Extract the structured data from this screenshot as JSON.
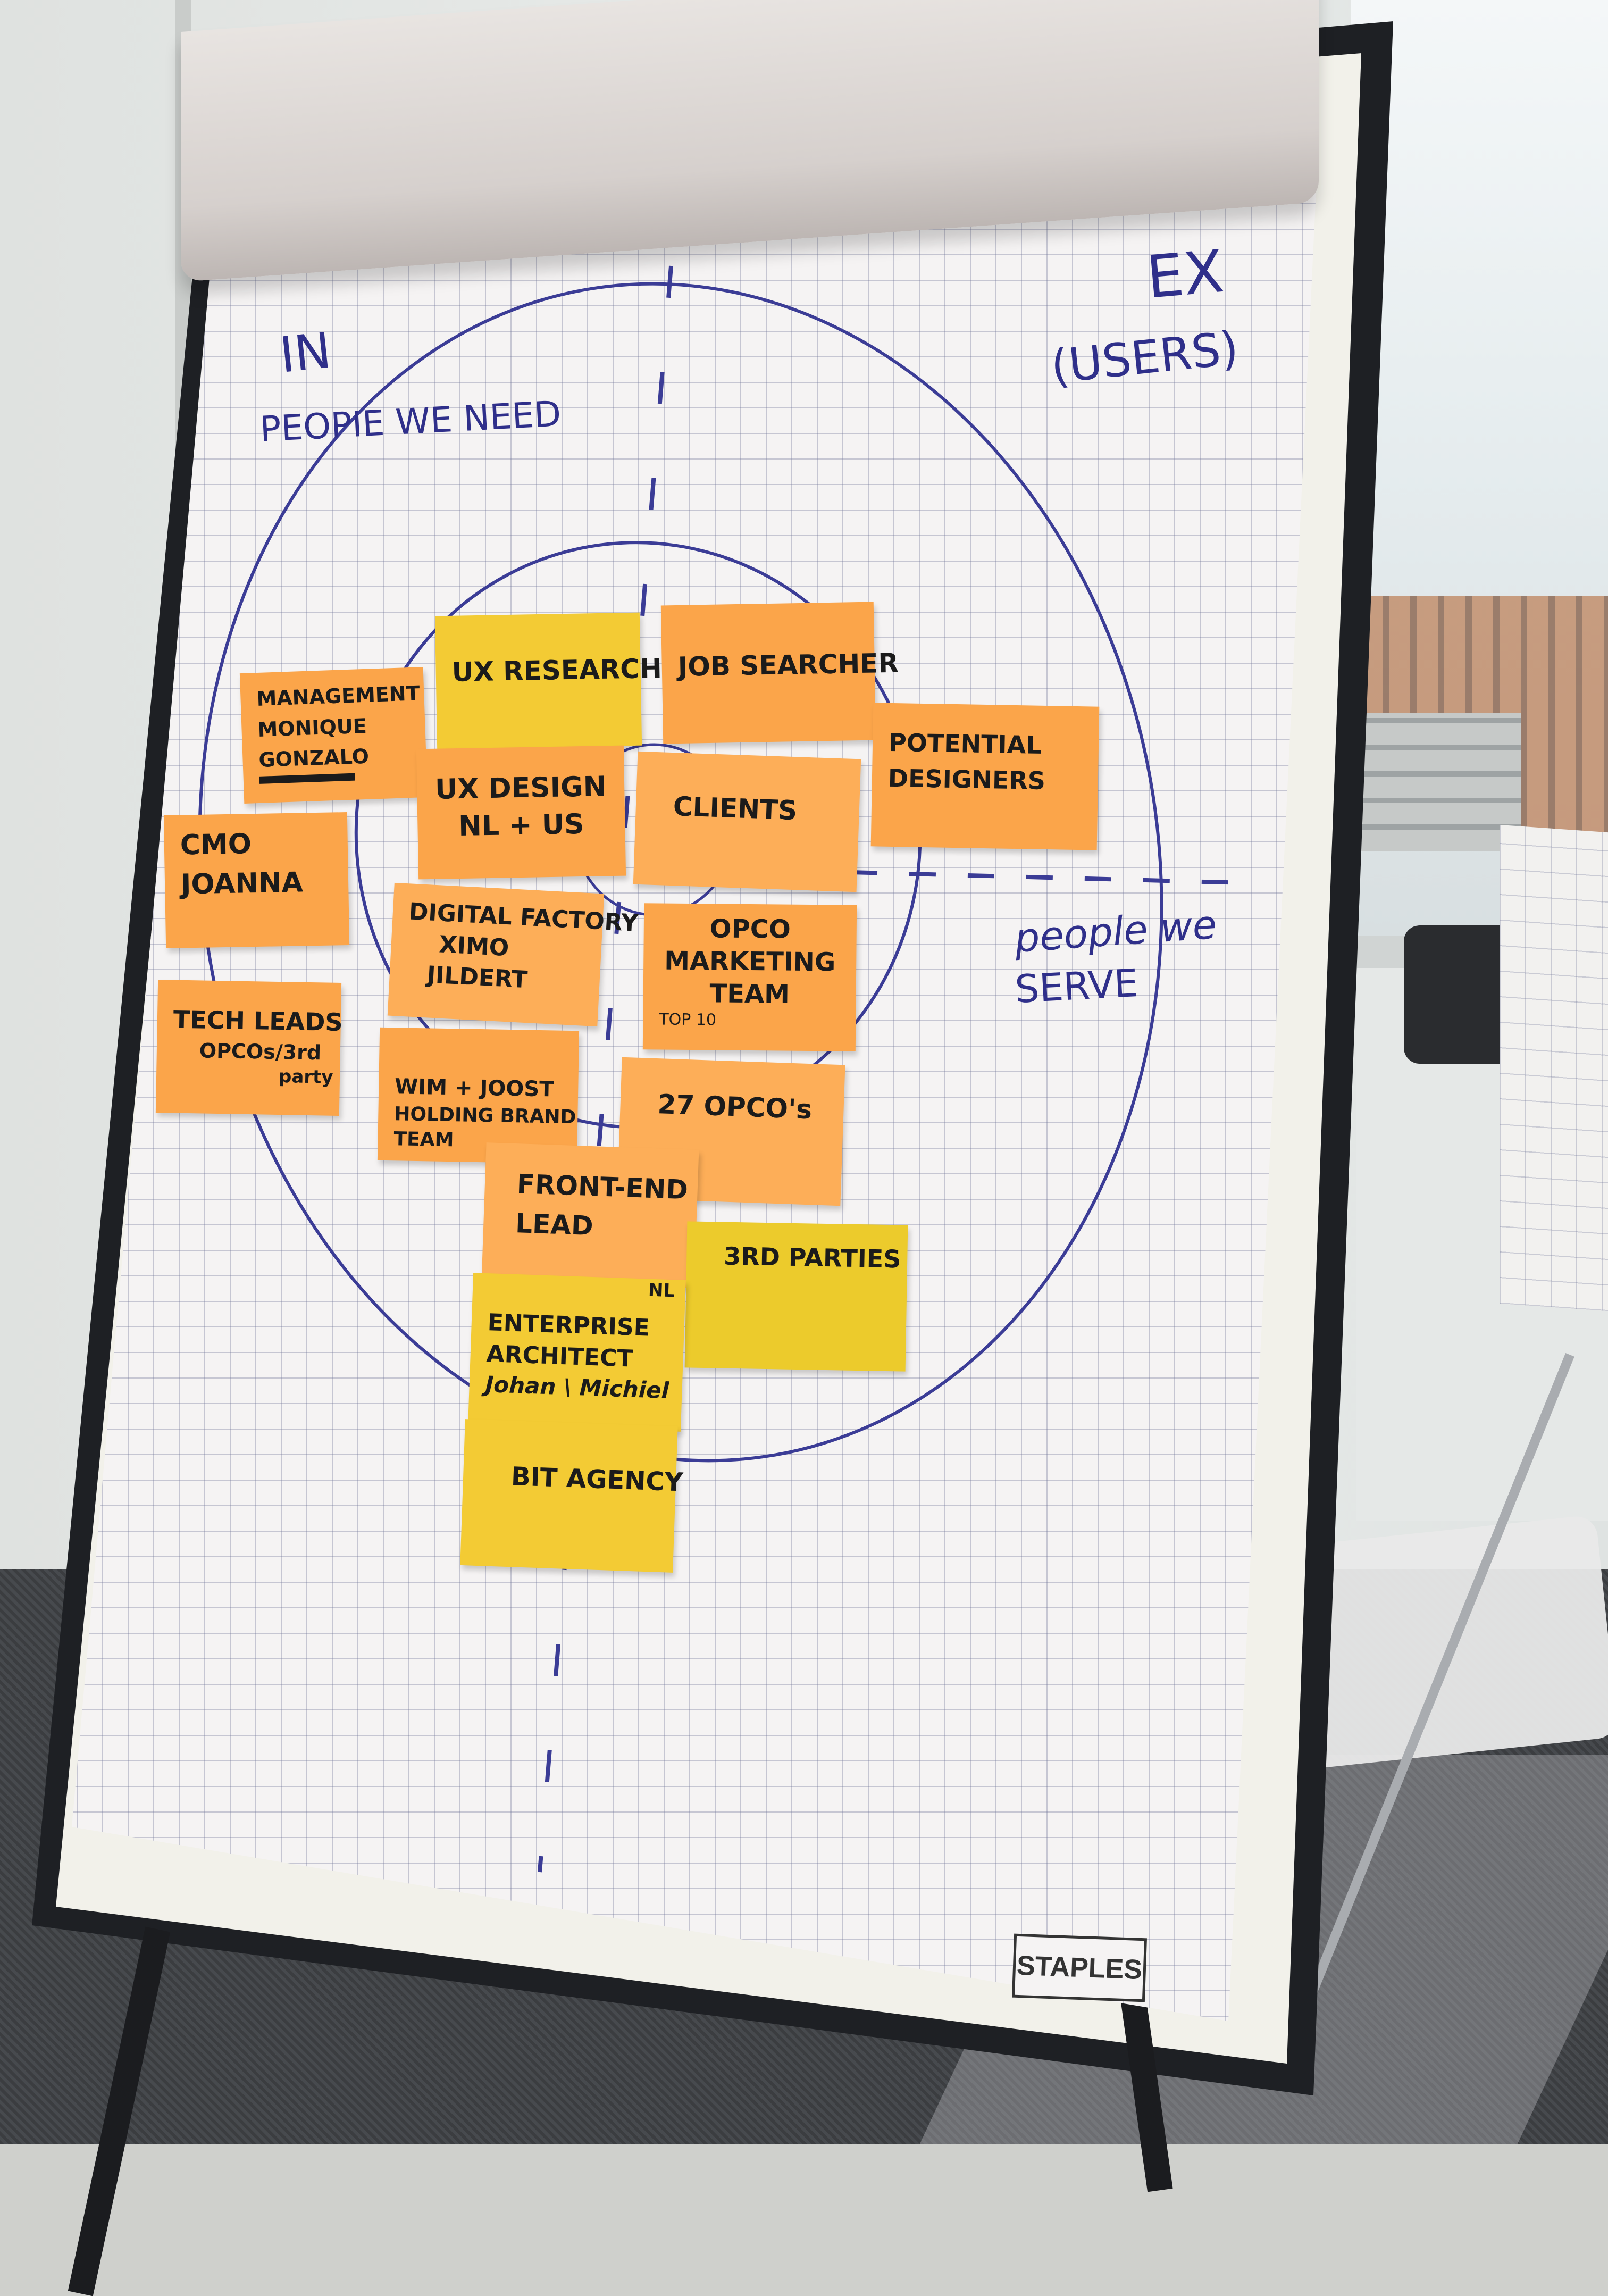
{
  "board": {
    "label_in": "IN",
    "label_ex": "EX",
    "label_users": "(USERS)",
    "label_people_we_need": "PEOPIE WE NEED",
    "label_people_we_serve_1": "people we",
    "label_people_we_serve_2": "SERVE",
    "brand": "STAPLES"
  },
  "notes": {
    "ux_research": [
      "UX RESEARCH"
    ],
    "job_searcher": [
      "JOB SEARCHER"
    ],
    "management": [
      "MANAGEMENT",
      "MONIQUE",
      "GONZALO"
    ],
    "potential_designers": [
      "POTENTIAL",
      "DESIGNERS"
    ],
    "ux_design": [
      "UX DESIGN",
      "NL + US"
    ],
    "clients": [
      "CLIENTS"
    ],
    "cmo": [
      "CMO",
      "JOANNA"
    ],
    "digital_factory": [
      "DIGITAL FACTORY",
      "XIMO",
      "JILDERT"
    ],
    "opco_marketing": [
      "OPCO",
      "MARKETING",
      "TEAM",
      "TOP 10"
    ],
    "tech_leads": [
      "TECH LEADS",
      "OPCOs/3rd",
      "party"
    ],
    "wim_joost": [
      "WIM + JOOST",
      "HOLDING BRAND",
      "TEAM"
    ],
    "opcos_27": [
      "27 OPCO's"
    ],
    "front_end": [
      "FRONT-END",
      "LEAD"
    ],
    "third_parties": [
      "3RD PARTIES"
    ],
    "enterprise_architect": [
      "ENTERPRISE",
      "ARCHITECT",
      "Johan \\ Michiel"
    ],
    "enterprise_tag": "NL",
    "bit_agency": [
      "BIT AGENCY"
    ]
  }
}
